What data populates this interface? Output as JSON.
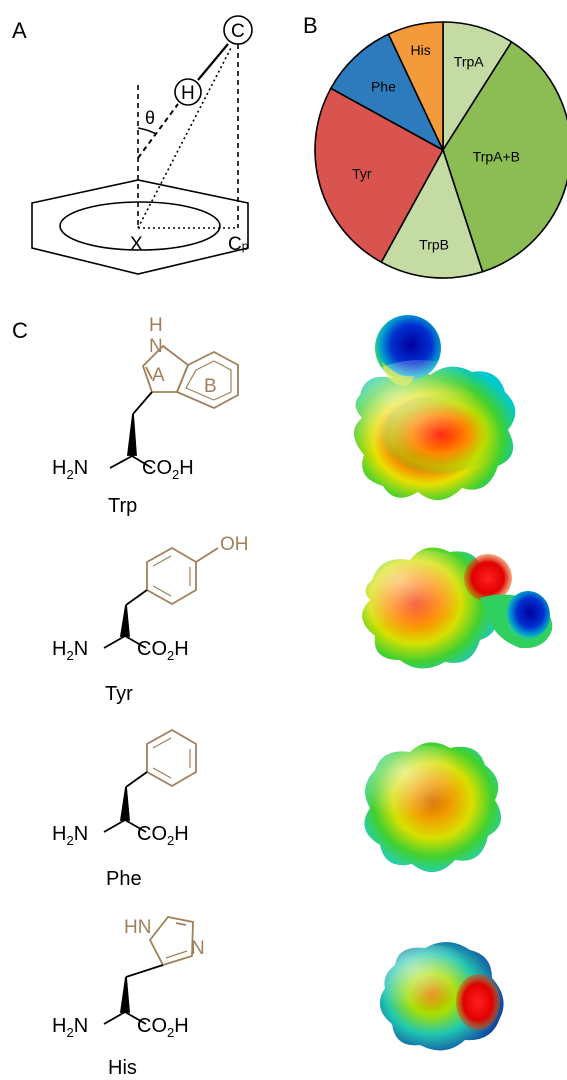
{
  "colors": {
    "trp_tan": "#a0805a",
    "pie_trpA": "#c4dba3",
    "pie_trpAB": "#8cbd55",
    "pie_trpB": "#c4dba3",
    "pie_tyr": "#d9534f",
    "pie_phe": "#2d7bbd",
    "pie_his": "#f39a3b"
  },
  "panels": {
    "a": "A",
    "b": "B",
    "c": "C"
  },
  "geometry": {
    "c_label": "C",
    "h_label": "H",
    "theta": "θ",
    "x_label": "X",
    "cp_main": "C",
    "cp_sub": "p"
  },
  "chart_data": {
    "type": "pie",
    "categories": [
      "TrpA",
      "TrpA+B",
      "TrpB",
      "Tyr",
      "Phe",
      "His"
    ],
    "values": [
      9,
      36,
      13,
      25,
      10,
      7
    ],
    "labels": [
      "TrpA",
      "TrpA+B",
      "TrpB",
      "Tyr",
      "Phe",
      "His"
    ]
  },
  "molecules": {
    "trp": {
      "name": "Trp",
      "nh": "H",
      "n": "N",
      "ring_a": "A",
      "ring_b": "B",
      "amine_h": "H",
      "amine_sub": "2",
      "amine_n": "N",
      "acid_c": "CO",
      "acid_sub": "2",
      "acid_h": "H"
    },
    "tyr": {
      "name": "Tyr",
      "oh": "OH",
      "amine_h": "H",
      "amine_sub": "2",
      "amine_n": "N",
      "acid_c": "CO",
      "acid_sub": "2",
      "acid_h": "H"
    },
    "phe": {
      "name": "Phe",
      "amine_h": "H",
      "amine_sub": "2",
      "amine_n": "N",
      "acid_c": "CO",
      "acid_sub": "2",
      "acid_h": "H"
    },
    "his": {
      "name": "His",
      "hn": "HN",
      "n": "N",
      "amine_h": "H",
      "amine_sub": "2",
      "amine_n": "N",
      "acid_c": "CO",
      "acid_sub": "2",
      "acid_h": "H"
    }
  }
}
